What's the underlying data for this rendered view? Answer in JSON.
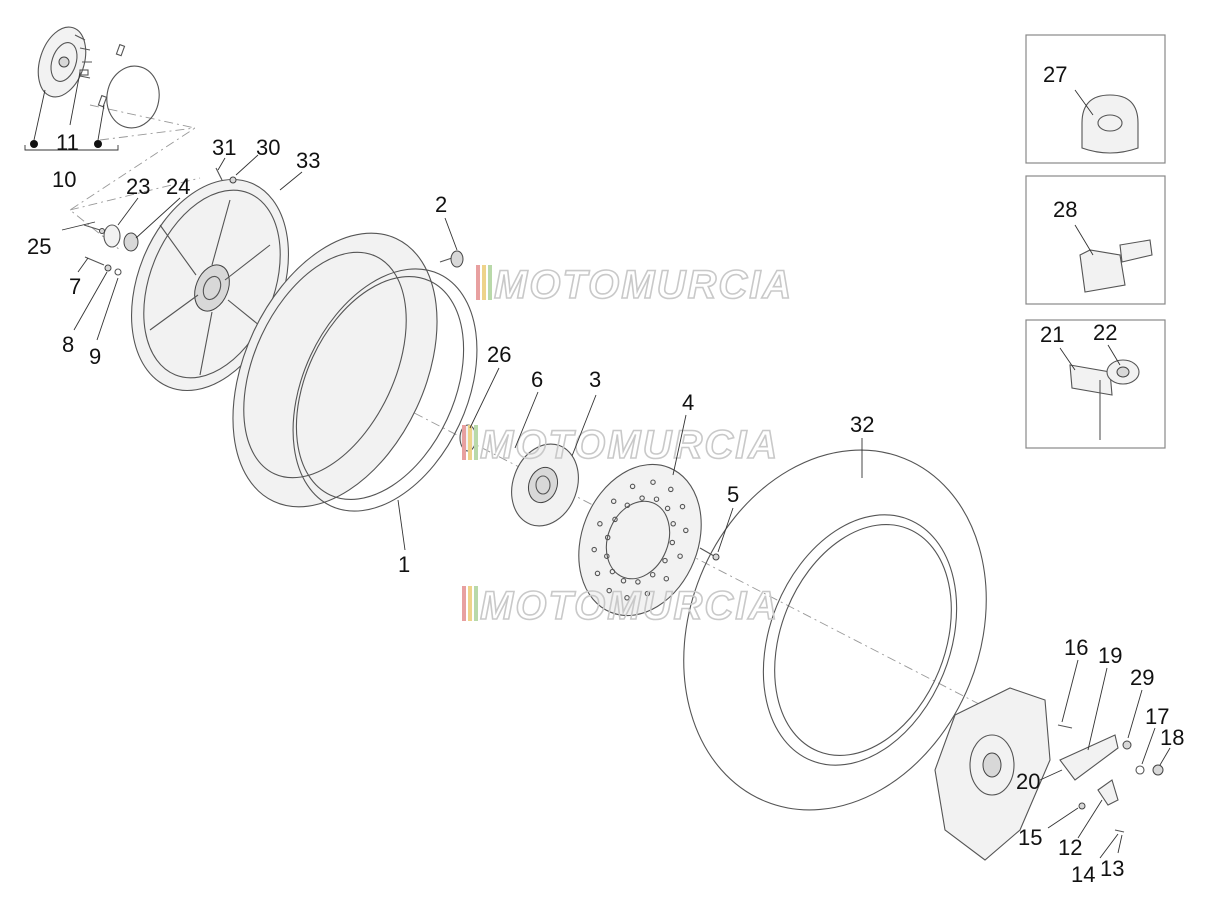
{
  "watermark": {
    "text": "MOTOMURCIA",
    "colors": [
      "#e8a0a0",
      "#eed38a",
      "#b9d9a9"
    ]
  },
  "callouts": {
    "n1": "1",
    "n2": "2",
    "n3": "3",
    "n4": "4",
    "n5": "5",
    "n6": "6",
    "n7": "7",
    "n8": "8",
    "n9": "9",
    "n10": "10",
    "n11": "11",
    "n12": "12",
    "n13": "13",
    "n14": "14",
    "n15": "15",
    "n16": "16",
    "n17": "17",
    "n18": "18",
    "n19": "19",
    "n20": "20",
    "n21": "21",
    "n22": "22",
    "n23": "23",
    "n24": "24",
    "n25": "25",
    "n26": "26",
    "n27": "27",
    "n28": "28",
    "n29": "29",
    "n30": "30",
    "n31": "31",
    "n32": "32",
    "n33": "33"
  }
}
